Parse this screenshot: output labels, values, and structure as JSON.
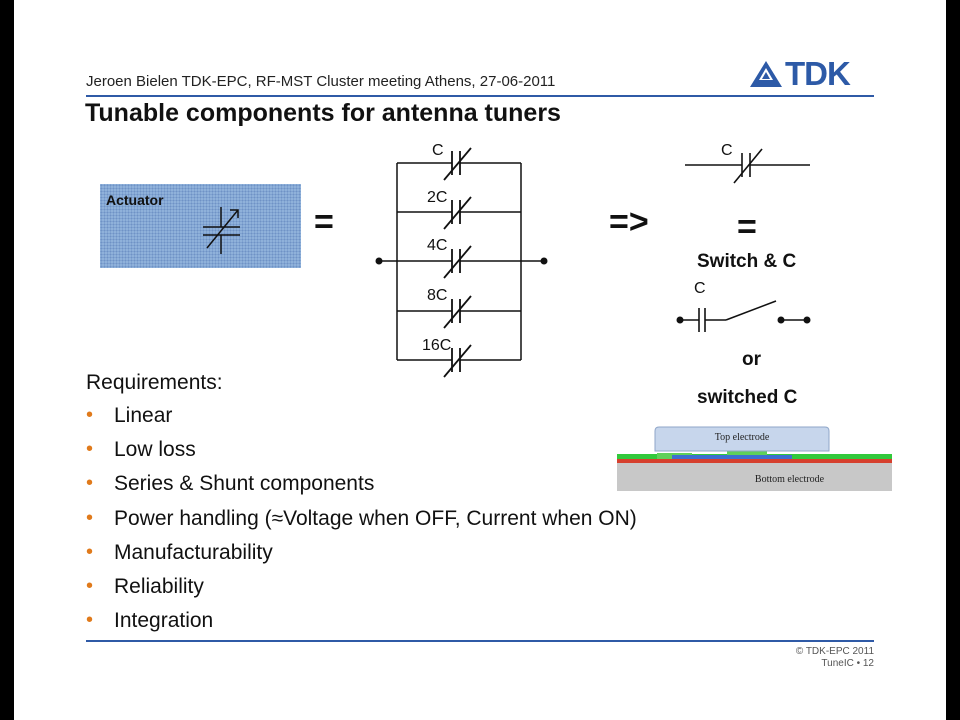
{
  "header": {
    "subtitle": "Jeroen Bielen TDK-EPC, RF-MST Cluster meeting Athens, 27-06-2011",
    "title": "Tunable components for antenna tuners",
    "logo_text": "TDK"
  },
  "diagram": {
    "actuator_label": "Actuator",
    "equals": "=",
    "arrow": "=>",
    "bank_labels": [
      "C",
      "2C",
      "4C",
      "8C",
      "16C"
    ],
    "right_cap_label": "C",
    "right_equals": "=",
    "switch_and_c": "Switch & C",
    "switch_cap_label": "C",
    "or": "or",
    "switched_c": "switched C",
    "top_electrode": "Top electrode",
    "bottom_electrode": "Bottom electrode"
  },
  "requirements": {
    "heading": "Requirements:",
    "items": [
      "Linear",
      "Low loss",
      "Series & Shunt components",
      "Power handling (≈Voltage when OFF, Current when ON)",
      "Manufacturability",
      "Reliability",
      "Integration"
    ]
  },
  "footer": {
    "copyright": "© TDK-EPC 2011",
    "page": "TuneIC • 12"
  },
  "colors": {
    "rule": "#2f5aa6",
    "bullet": "#e07a1b",
    "brand": "#2d5aa7"
  }
}
